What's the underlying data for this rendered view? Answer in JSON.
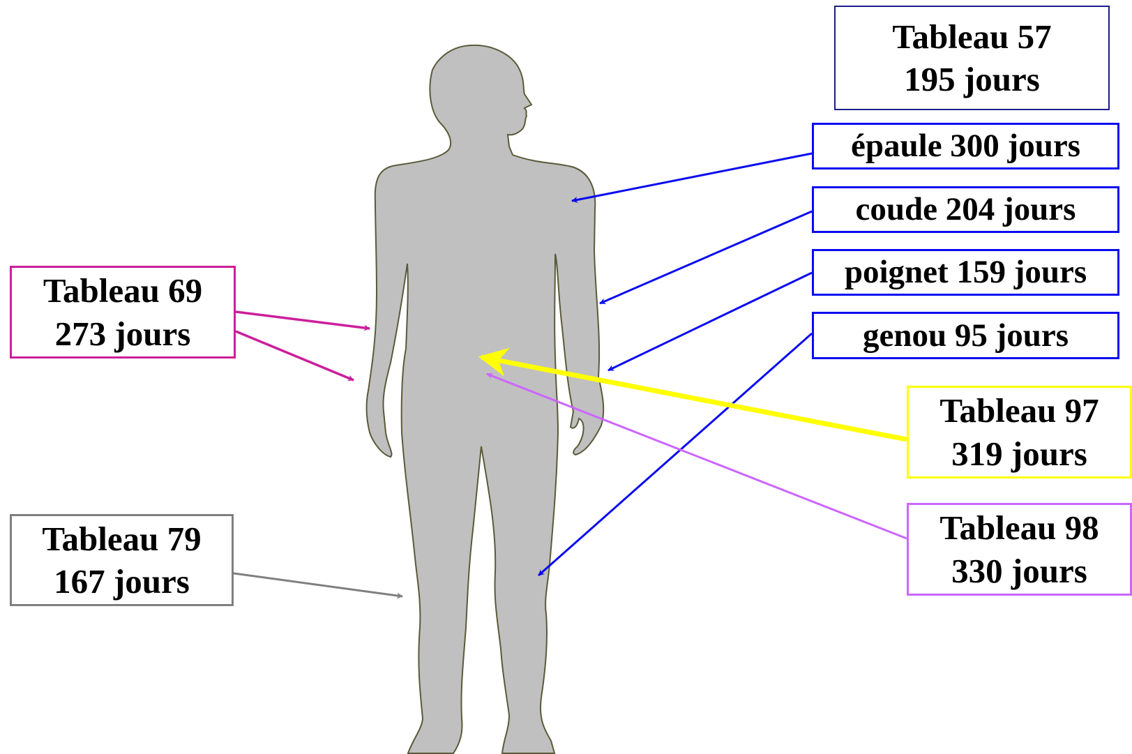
{
  "colors": {
    "body_fill": "#c0c0c0",
    "body_outline": "#5a5a3a",
    "tableau57": "#1c1c8c",
    "joint": "#0a0af0",
    "tableau69": "#cc1e9c",
    "tableau79": "#7f7f7f",
    "tableau97": "#ffff00",
    "tableau98": "#cc66ff"
  },
  "labels": {
    "tableau57": {
      "title": "Tableau 57",
      "days": "195 jours"
    },
    "epaule": "épaule 300 jours",
    "coude": "coude 204 jours",
    "poignet": "poignet 159 jours",
    "genou": "genou 95 jours",
    "tableau69": {
      "title": "Tableau 69",
      "days": "273 jours"
    },
    "tableau79": {
      "title": "Tableau 79",
      "days": "167 jours"
    },
    "tableau97": {
      "title": "Tableau 97",
      "days": "319 jours"
    },
    "tableau98": {
      "title": "Tableau 98",
      "days": "330 jours"
    }
  }
}
